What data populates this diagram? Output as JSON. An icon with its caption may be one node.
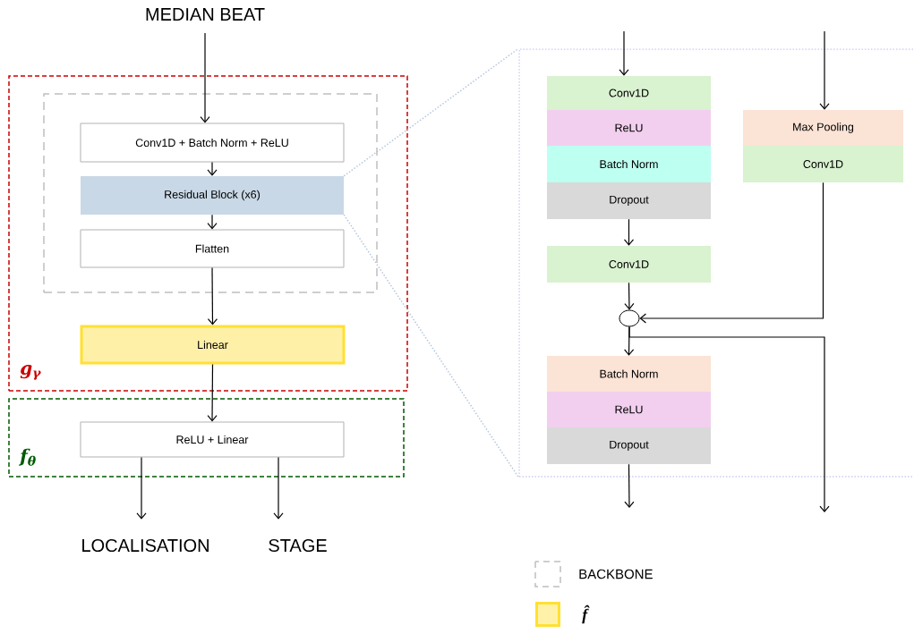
{
  "diagram": {
    "nodes": [
      {
        "text": [
          "MEDIAN BEAT"
        ]
      },
      {
        "text": [
          "g$_{γ}$"
        ]
      },
      {
        "text": [],
        "shape": "box",
        "in": 1
      },
      {
        "text": [
          "Conv1D + Batch Norm + ReLU"
        ],
        "in": 2
      },
      {
        "text": [
          "Residual Block (x6)"
        ],
        "in": 2
      },
      {
        "text": [
          "Flatten"
        ],
        "in": 2
      },
      {
        "text": [
          "Linear"
        ],
        "in": 1
      },
      {
        "text": [
          "f$_{θ}$"
        ]
      },
      {
        "text": [
          "ReLU + Linear"
        ],
        "in": 7
      },
      {
        "text": [
          "LOCALISATION"
        ]
      },
      {
        "text": [
          "STAGE"
        ]
      },
      {
        "text": [],
        "shape": "box"
      },
      {
        "text": [
          "Conv1D"
        ],
        "in": 11
      },
      {
        "text": [
          "ReLU"
        ],
        "in": 11
      },
      {
        "text": [
          "Batch Norm"
        ],
        "in": 11
      },
      {
        "text": [
          "Dropout"
        ],
        "in": 11
      },
      {
        "text": [
          "Max Pooling"
        ],
        "in": 11
      },
      {
        "text": [
          "Conv1D"
        ],
        "in": 11
      },
      {
        "text": [
          "Conv1D"
        ],
        "in": 11
      },
      {
        "text": [],
        "shape": "circle",
        "in": 11
      },
      {
        "text": [
          "Batch Norm"
        ],
        "in": 11
      },
      {
        "text": [
          "ReLU"
        ],
        "in": 11
      },
      {
        "text": [
          "Dropout"
        ],
        "in": 11
      }
    ],
    "edges": [
      {
        "from": 0,
        "to": 3,
        "arrow": "to"
      },
      {
        "from": 3,
        "to": 4,
        "arrow": "to"
      },
      {
        "from": 4,
        "to": 5,
        "arrow": "to"
      },
      {
        "from": 5,
        "to": 6,
        "arrow": "to"
      },
      {
        "from": 6,
        "to": 8,
        "arrow": "to"
      },
      {
        "from": 8,
        "to": 9,
        "arrow": "to"
      },
      {
        "from": 8,
        "to": 10,
        "arrow": "to"
      },
      {
        "from": null,
        "to": 12,
        "arrow": "to"
      },
      {
        "from": 15,
        "to": 18,
        "arrow": "to"
      },
      {
        "from": 18,
        "to": 19,
        "arrow": "to"
      },
      {
        "from": 17,
        "to": 19,
        "arrow": "to"
      },
      {
        "from": 19,
        "to": 20,
        "arrow": "to"
      },
      {
        "from": 19,
        "to": null,
        "arrow": "to"
      },
      {
        "from": 22,
        "to": null,
        "arrow": "to"
      },
      {
        "from": null,
        "to": 16,
        "arrow": "to"
      },
      {
        "from": 4,
        "to": 11,
        "arrow": "none",
        "style": "dashed",
        "color": "#b4c7dc"
      },
      {
        "from": 4,
        "to": 11,
        "arrow": "none",
        "style": "dashed",
        "color": "#b4c7dc"
      }
    ],
    "legend": [
      {
        "text": "BACKBONE"
      },
      {
        "text": "f̂",
        "color": "#fff2a8"
      }
    ]
  }
}
